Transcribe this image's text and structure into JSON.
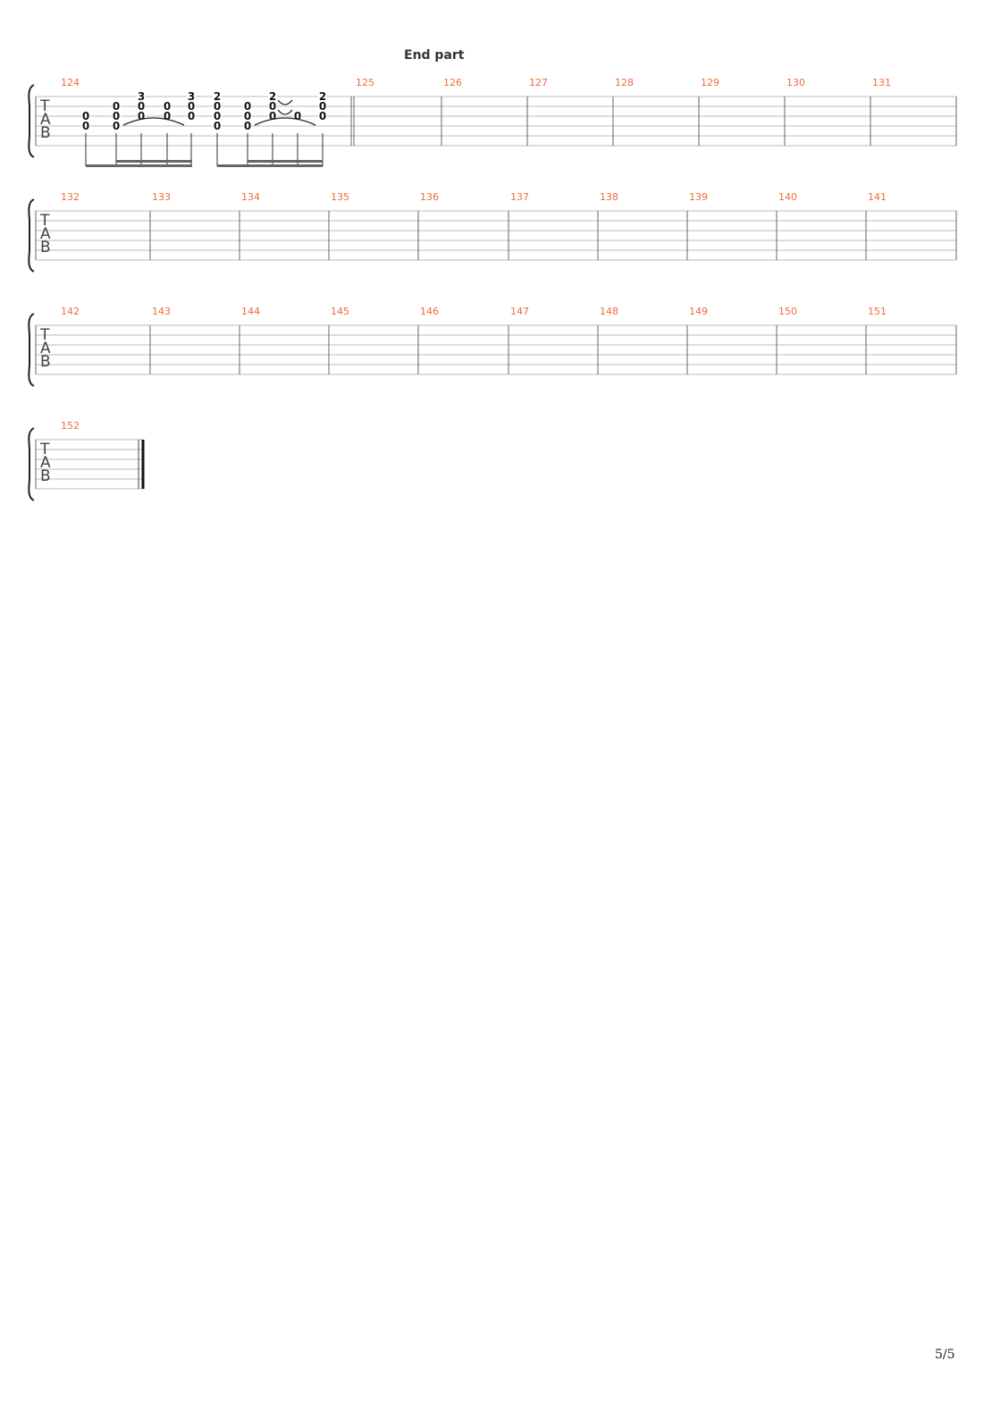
{
  "title": "End part",
  "page_number": "5/5",
  "colors": {
    "bar_number": "#ee6b3b",
    "staff_line": "#bbbbbb",
    "barline": "#666666",
    "notes": "#111111"
  },
  "clef": [
    "T",
    "A",
    "B"
  ],
  "systems": [
    {
      "bars": [
        "124",
        "125",
        "126",
        "127",
        "128",
        "129",
        "130",
        "131"
      ]
    },
    {
      "bars": [
        "132",
        "133",
        "134",
        "135",
        "136",
        "137",
        "138",
        "139",
        "140",
        "141"
      ]
    },
    {
      "bars": [
        "142",
        "143",
        "144",
        "145",
        "146",
        "147",
        "148",
        "149",
        "150",
        "151"
      ]
    },
    {
      "bars": [
        "152"
      ]
    }
  ],
  "notation": {
    "bar": "124",
    "beats": [
      {
        "frets": [
          null,
          null,
          "0",
          "0",
          null,
          null
        ]
      },
      {
        "frets": [
          null,
          "0",
          "0",
          "0",
          null,
          null
        ]
      },
      {
        "frets": [
          "3",
          "0",
          "0",
          null,
          null,
          null
        ]
      },
      {
        "frets": [
          null,
          "0",
          "0",
          null,
          null,
          null
        ]
      },
      {
        "frets": [
          "3",
          "0",
          "0",
          null,
          null,
          null
        ]
      },
      {
        "frets": [
          "2",
          "0",
          "0",
          "0",
          null,
          null
        ]
      },
      {
        "frets": [
          null,
          "0",
          "0",
          "0",
          null,
          null
        ]
      },
      {
        "frets": [
          "2",
          "0",
          "0",
          null,
          null,
          null
        ]
      },
      {
        "frets": [
          null,
          null,
          "0",
          null,
          null,
          null
        ]
      },
      {
        "frets": [
          "2",
          "0",
          "0",
          null,
          null,
          null
        ]
      }
    ]
  }
}
